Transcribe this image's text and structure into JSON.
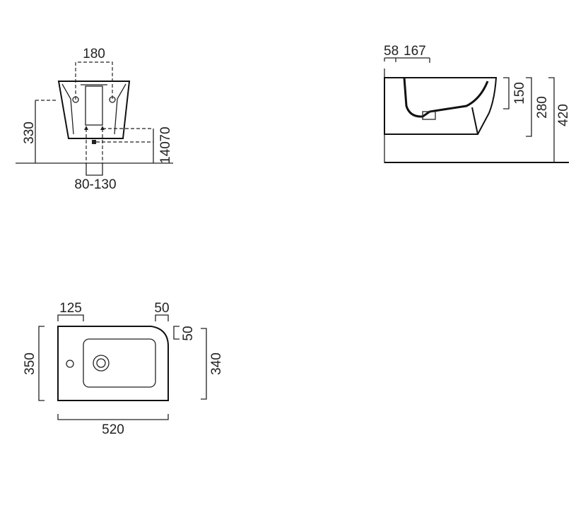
{
  "front_view": {
    "width_fixing": "180",
    "height_fixing": "330",
    "supply_height": "70",
    "drain_height": "140",
    "supply_spacing": "80-130"
  },
  "side_view": {
    "offset_a": "58",
    "offset_b": "167",
    "bowl_depth": "150",
    "rim_to_base": "280",
    "rim_height": "420"
  },
  "plan_view": {
    "tap_offset": "125",
    "rim_offset_x": "50",
    "rim_offset_y": "50",
    "width_overall": "350",
    "width_inner": "340",
    "length": "520"
  },
  "colors": {
    "line": "#222222",
    "background": "#ffffff"
  }
}
